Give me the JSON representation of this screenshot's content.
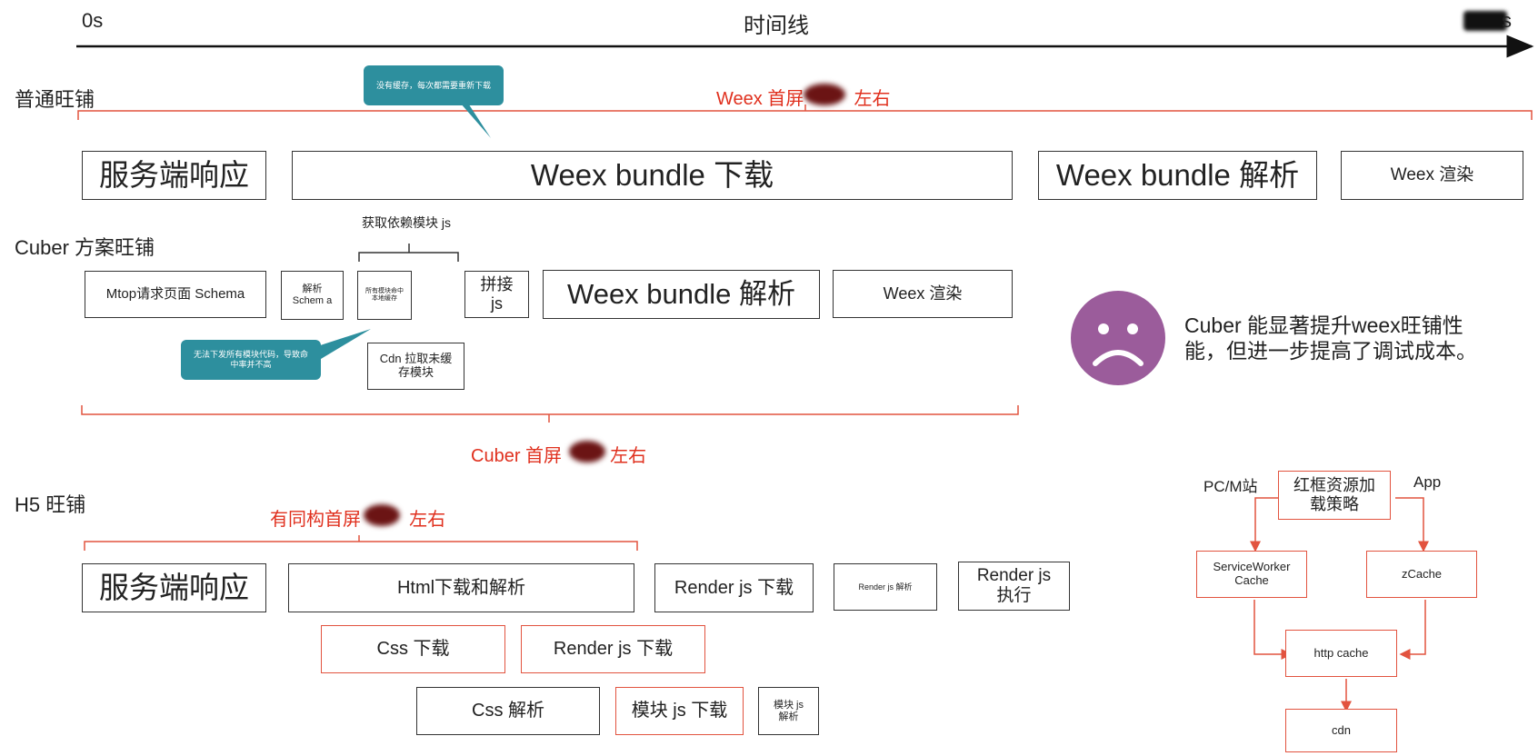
{
  "timeline": {
    "start": "0s",
    "label": "时间线",
    "end": "s"
  },
  "rows": {
    "normal": {
      "title": "普通旺铺",
      "bubble": "没有缓存，每次都需要重新下载",
      "measure": "Weex 首屏",
      "measure_suffix": "左右",
      "boxes": [
        "服务端响应",
        "Weex bundle 下载",
        "Weex bundle 解析",
        "Weex 渲染"
      ]
    },
    "cuber": {
      "title": "Cuber 方案旺铺",
      "deps_label": "获取依赖模块 js",
      "boxes": [
        "Mtop请求页面 Schema",
        "解析 Schem a",
        "所有模块命中本地缓存",
        "拼接 js",
        "Weex bundle 解析",
        "Weex 渲染"
      ],
      "cdn_box": "Cdn 拉取未缓存模块",
      "bubble": "无法下发所有模块代码，导致命中率并不高",
      "measure": "Cuber 首屏",
      "measure_suffix": "左右"
    },
    "h5": {
      "title": "H5 旺铺",
      "measure": "有同构首屏",
      "measure_suffix": "左右",
      "boxes": [
        "服务端响应",
        "Html下载和解析",
        "Render js 下载",
        "Render js 解析",
        "Render js 执行"
      ],
      "red_boxes": [
        "Css 下载",
        "Render js 下载",
        "模块 js 下载"
      ],
      "boxes2": [
        "Css 解析",
        "模块 js 解析"
      ]
    }
  },
  "conclusion": {
    "icon": "sad-face-icon",
    "text": "Cuber 能显著提升weex旺铺性能，但进一步提高了调试成本。"
  },
  "strategy": {
    "left_label": "PC/M站",
    "center": "红框资源加载策略",
    "right_label": "App",
    "sw": "ServiceWorker Cache",
    "zcache": "zCache",
    "http": "http cache",
    "cdn": "cdn"
  },
  "colors": {
    "accent_red": "#e0301e",
    "bubble_teal": "#2d8f9e",
    "face_purple": "#9b5c9b",
    "box_red": "#e2533f"
  }
}
